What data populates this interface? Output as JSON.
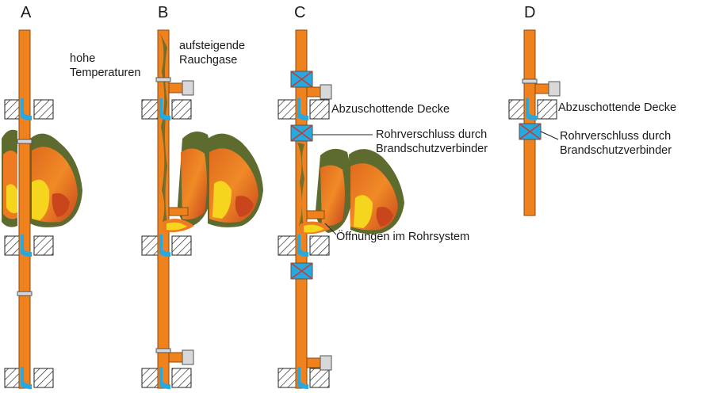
{
  "panels": [
    {
      "letter": "A"
    },
    {
      "letter": "B"
    },
    {
      "letter": "C"
    },
    {
      "letter": "D"
    }
  ],
  "labels": {
    "hohe_temperaturen": [
      "hohe",
      "Temperaturen"
    ],
    "rauchgase": [
      "aufsteigende",
      "Rauchgase"
    ],
    "decke_c": "Abzuschottende Decke",
    "verschluss_c": [
      "Rohrverschluss durch",
      "Brandschutzverbinder"
    ],
    "oeffnungen": "Öffnungen im Rohrsystem",
    "decke_d": "Abzuschottende Decke",
    "verschluss_d": [
      "Rohrverschluss durch",
      "Brandschutzverbinder"
    ]
  },
  "colors": {
    "pipe": "#f0821e",
    "pipe_edge": "#8a4a12",
    "water": "#27a8e0",
    "flame_outer": "#5d6b2e",
    "flame_orange": "#ee7a22",
    "flame_red": "#c9461c",
    "flame_yellow": "#f5d51e",
    "hatch": "#222222"
  }
}
